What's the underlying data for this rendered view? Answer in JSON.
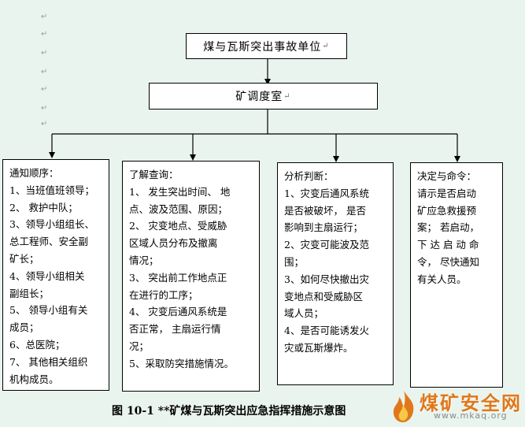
{
  "paragraph_mark": "↵",
  "nodes": {
    "top": "煤与瓦斯突出事故单位",
    "dispatch": "矿调度室"
  },
  "columns": [
    {
      "lines": [
        "通知顺序：",
        "1、当班值班领导；",
        "2、 救护中队；",
        "3、领导小组组长、",
        "总工程师、安全副",
        "矿长；",
        "4、领导小组相关",
        "副组长；",
        "5、 领导小组有关",
        "成员；",
        "6、总医院；",
        "7、 其他相关组织",
        "机构成员。"
      ]
    },
    {
      "lines": [
        "了解查询：",
        "1、 发生突出时间、 地",
        "点、波及范围、原因；",
        "2、 灾变地点、受威胁",
        "区域人员分布及撤离",
        "情况；",
        "3、 突出前工作地点正",
        "在进行的工序；",
        "4、 灾变后通风系统是",
        "否正常， 主扇运行情",
        "况；",
        "5、采取防突措施情况。"
      ]
    },
    {
      "lines": [
        "分析判断：",
        "1、灾变后通风系统",
        "是否被破坏， 是否",
        "影响到主扇运行；",
        "2、灾变可能波及范",
        "围；",
        "3、如何尽快撤出灾",
        "变地点和受威胁区",
        "域人员；",
        "4、是否可能诱发火",
        "灾或瓦斯爆炸。"
      ]
    },
    {
      "lines": [
        "决定与命令：",
        "请示是否启动",
        "矿应急救援预",
        "案； 若启动，",
        "下 达 启 动 命",
        "令， 尽快通知",
        "有关人员。"
      ]
    }
  ],
  "caption": "图 10-1  **矿煤与瓦斯突出应急指挥措施示意图",
  "watermark": {
    "name": "煤矿安全网",
    "url": "www.mkaq.org",
    "accent": "#e0781a"
  }
}
